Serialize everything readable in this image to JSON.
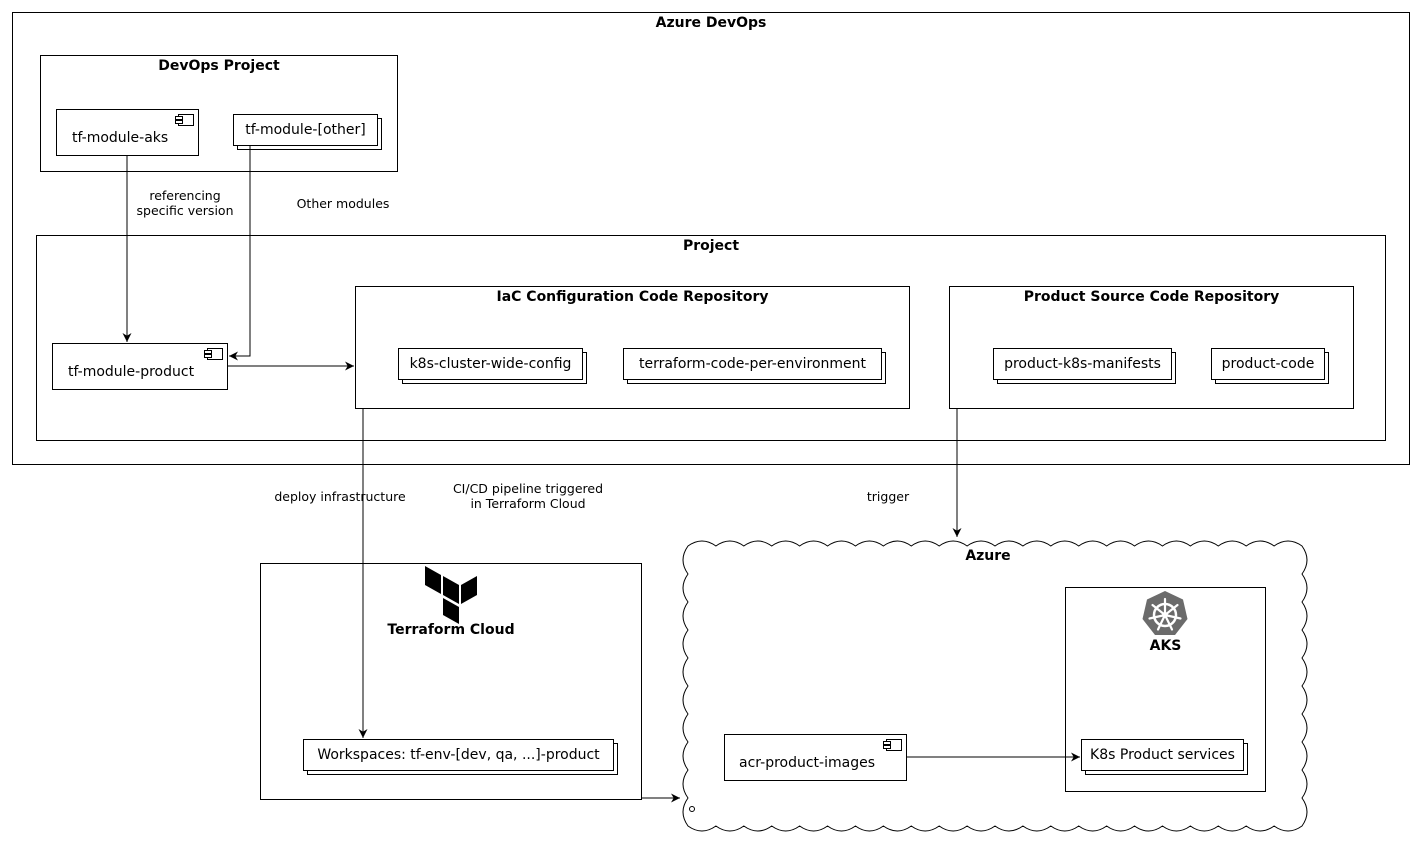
{
  "azure_devops": {
    "title": "Azure DevOps",
    "devops_project": {
      "title": "DevOps Project",
      "tf_module_aks": "tf-module-aks",
      "tf_module_other": "tf-module-[other]"
    },
    "project": {
      "title": "Project",
      "tf_module_product": "tf-module-product",
      "iac_repo": {
        "title": "IaC Configuration Code Repository",
        "k8s_config": "k8s-cluster-wide-config",
        "terraform_code": "terraform-code-per-environment"
      },
      "product_repo": {
        "title": "Product Source Code Repository",
        "manifests": "product-k8s-manifests",
        "code": "product-code"
      }
    }
  },
  "edge_labels": {
    "referencing_line1": "referencing",
    "referencing_line2": "specific version",
    "other_modules": "Other modules",
    "deploy_infra": "deploy infrastructure",
    "cicd_line1": "CI/CD pipeline triggered",
    "cicd_line2": "in Terraform Cloud",
    "trigger": "trigger"
  },
  "terraform_cloud": {
    "title": "Terraform Cloud",
    "workspaces": "Workspaces: tf-env-[dev, qa, ...]-product",
    "icon": "terraform-logo-icon"
  },
  "azure": {
    "title": "Azure",
    "acr": "acr-product-images",
    "aks": {
      "title": "AKS",
      "icon": "kubernetes-helm-icon",
      "services": "K8s Product services"
    }
  },
  "colors": {
    "line": "#000000",
    "kubernetes_icon": "#6b6b6b",
    "terraform_icon": "#000000"
  }
}
